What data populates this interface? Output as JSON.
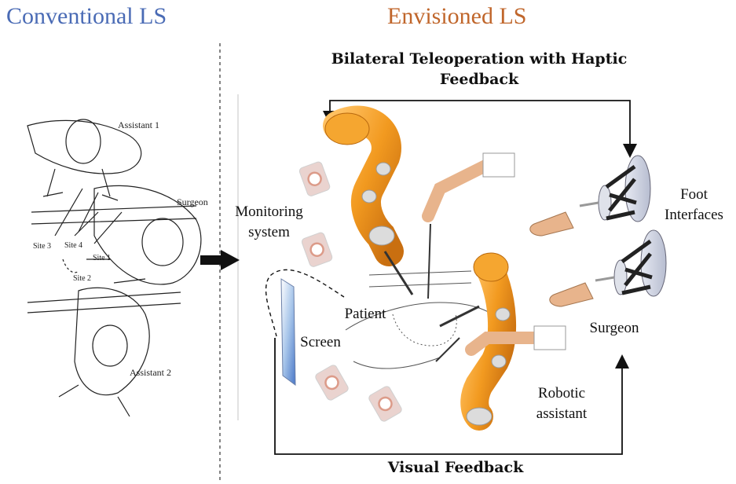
{
  "left_panel": {
    "title": "Conventional LS",
    "labels": {
      "assistant1": "Assistant 1",
      "surgeon": "Surgeon",
      "assistant2": "Assistant 2",
      "site1": "Site 1",
      "site2": "Site 2",
      "site3": "Site 3",
      "site4": "Site 4"
    }
  },
  "right_panel": {
    "title": "Envisioned LS",
    "top_feedback_line1": "Bilateral Teleoperation with Haptic",
    "top_feedback_line2": "Feedback",
    "bottom_feedback": "Visual Feedback",
    "monitoring_line1": "Monitoring",
    "monitoring_line2": "system",
    "patient": "Patient",
    "screen": "Screen",
    "foot_line1": "Foot",
    "foot_line2": "Interfaces",
    "surgeon": "Surgeon",
    "robotic_line1": "Robotic",
    "robotic_line2": "assistant"
  },
  "colors": {
    "left_title": "#4a6bb5",
    "right_title": "#c0662b",
    "robot_orange": "#f0a030",
    "joint_grey": "#d8d8d8"
  }
}
